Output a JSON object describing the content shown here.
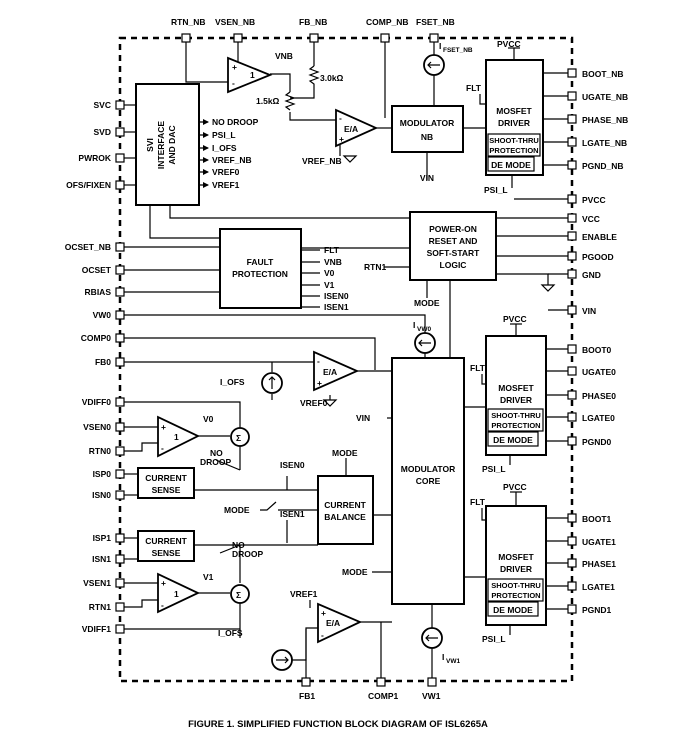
{
  "caption": "FIGURE 1. SIMPLIFIED FUNCTION BLOCK DIAGRAM OF ISL6265A",
  "top_pins": {
    "rtn_nb": "RTN_NB",
    "vsen_nb": "VSEN_NB",
    "fb_nb": "FB_NB",
    "comp_nb": "COMP_NB",
    "fset_nb": "FSET_NB"
  },
  "bottom_pins": {
    "fb1": "FB1",
    "comp1": "COMP1",
    "vw1": "VW1"
  },
  "left_pins": [
    "SVC",
    "SVD",
    "PWROK",
    "OFS/FIXEN",
    "OCSET_NB",
    "OCSET",
    "RBIAS",
    "VW0",
    "COMP0",
    "FB0",
    "VDIFF0",
    "VSEN0",
    "RTN0",
    "ISP0",
    "ISN0",
    "ISP1",
    "ISN1",
    "VSEN1",
    "RTN1",
    "VDIFF1"
  ],
  "right_pins": [
    "BOOT_NB",
    "UGATE_NB",
    "PHASE_NB",
    "LGATE_NB",
    "PGND_NB",
    "PVCC",
    "VCC",
    "ENABLE",
    "PGOOD",
    "GND",
    "VIN",
    "BOOT0",
    "UGATE0",
    "PHASE0",
    "LGATE0",
    "PGND0",
    "BOOT1",
    "UGATE1",
    "PHASE1",
    "LGATE1",
    "PGND1"
  ],
  "svi": {
    "line1": "SVI",
    "line2": "INTERFACE",
    "line3": "AND DAC",
    "outputs": [
      "NO DROOP",
      "PSI_L",
      "I_OFS",
      "VREF_NB",
      "VREF0",
      "VREF1"
    ]
  },
  "modulator_nb": {
    "line1": "MODULATOR",
    "line2": "NB",
    "vin": "VIN"
  },
  "modulator_core": {
    "line1": "MODULATOR",
    "line2": "CORE",
    "vin": "VIN",
    "mode": "MODE"
  },
  "power_on": {
    "line1": "POWER-ON",
    "line2": "RESET AND",
    "line3": "SOFT-START",
    "line4": "LOGIC",
    "rtn1": "RTN1",
    "mode": "MODE"
  },
  "fault": {
    "line1": "FAULT",
    "line2": "PROTECTION",
    "signals": [
      "FLT",
      "VNB",
      "V0",
      "V1",
      "ISEN0",
      "ISEN1"
    ]
  },
  "current_balance": {
    "line1": "CURRENT",
    "line2": "BALANCE",
    "mode": "MODE",
    "isen0": "ISEN0",
    "isen1": "ISEN1",
    "mode_in": "MODE"
  },
  "current_sense": {
    "line1": "CURRENT",
    "line2": "SENSE"
  },
  "mosfet": {
    "line1": "MOSFET",
    "line2": "DRIVER",
    "shoot1": "SHOOT-THRU",
    "shoot2": "PROTECTION",
    "de": "DE MODE",
    "pvcc": "PVCC",
    "flt": "FLT",
    "psi": "PSI_L"
  },
  "labels": {
    "vnb": "VNB",
    "r1": "1.5kΩ",
    "r2": "3.0kΩ",
    "ea": "E/A",
    "one": "1",
    "plus": "+",
    "minus": "-",
    "sigma": "Σ",
    "vref_nb": "VREF_NB",
    "vref0": "VREF0",
    "vref1": "VREF1",
    "i_ofs": "I_OFS",
    "v0": "V0",
    "v1": "V1",
    "no": "NO",
    "droop": "DROOP",
    "fset_nb": "I",
    "fset_sub": "FSET_NB",
    "ivw0": "I",
    "ivw0_sub": "VW0",
    "ivw1": "I",
    "ivw1_sub": "VW1"
  }
}
